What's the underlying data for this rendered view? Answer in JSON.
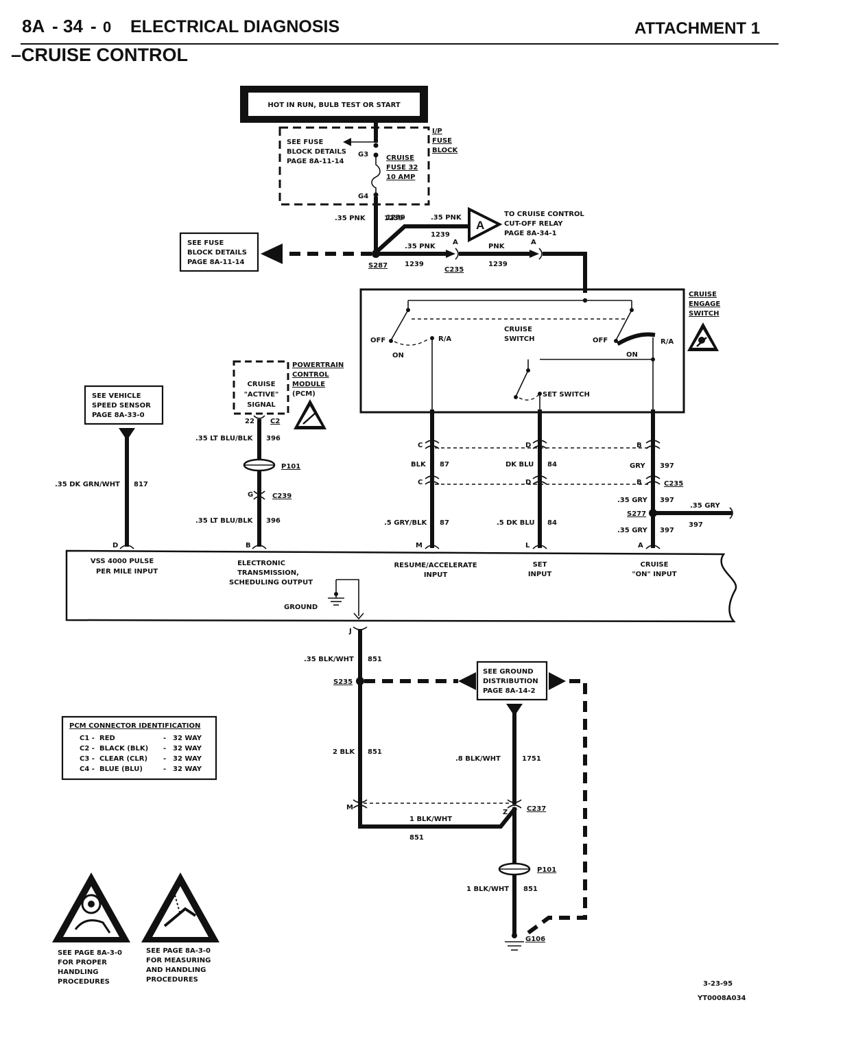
{
  "header": {
    "page_prefix": "8A",
    "page_sep1": "-",
    "page_num": "34",
    "page_sep2": "-",
    "page_sub": "0",
    "title": "ELECTRICAL DIAGNOSIS",
    "attachment": "ATTACHMENT 1",
    "subtitle": "–CRUISE CONTROL"
  },
  "power": {
    "banner": "HOT IN RUN, BULB TEST OR START",
    "fuse_ref": [
      "SEE FUSE",
      "BLOCK DETAILS",
      "PAGE 8A-11-14"
    ],
    "fuse_block_label": [
      "I/P",
      "FUSE",
      "BLOCK"
    ],
    "terminal_top": "G3",
    "terminal_bottom": "G4",
    "fuse_label": [
      "CRUISE",
      "FUSE 32",
      "10 AMP"
    ]
  },
  "feed": {
    "wire_left": ".35 PNK",
    "circuit_left": "1239",
    "wire_top": ".35 PNK",
    "circuit_top_a": "1239",
    "circuit_top_b": "1239",
    "splice": "S287",
    "wire_mid": ".35 PNK",
    "circuit_mid": "1239",
    "pin_a1": "A",
    "connector_c235": "C235",
    "wire_after": "PNK",
    "circuit_after": "1239",
    "pin_a2": "A",
    "fuse_ref_left": [
      "SEE FUSE",
      "BLOCK DETAILS",
      "PAGE 8A-11-14"
    ],
    "relay_symbol": "A",
    "relay_ref": [
      "TO CRUISE CONTROL",
      "CUT-OFF RELAY",
      "PAGE 8A-34-1"
    ]
  },
  "switch": {
    "label": [
      "CRUISE",
      "ENGAGE",
      "SWITCH"
    ],
    "off_left": "OFF",
    "on_left": "ON",
    "ra_left": "R/A",
    "center": [
      "CRUISE",
      "SWITCH"
    ],
    "off_right": "OFF",
    "on_right": "ON",
    "ra_right": "R/A",
    "set_switch": "SET SWITCH"
  },
  "pcm_signal": {
    "box": [
      "CRUISE",
      "\"ACTIVE\"",
      "SIGNAL"
    ],
    "label": [
      "POWERTRAIN",
      "CONTROL",
      "MODULE",
      "(PCM)"
    ],
    "pin": "22",
    "connector": "C2",
    "wire1": ".35 LT BLU/BLK",
    "circuit1": "396",
    "p101": "P101",
    "pin_g": "G",
    "c239": "C239",
    "wire2": ".35 LT BLU/BLK",
    "circuit2": "396",
    "pin_b": "B"
  },
  "vss": {
    "ref": [
      "SEE VEHICLE",
      "SPEED SENSOR",
      "PAGE 8A-33-0"
    ],
    "wire": ".35 DK GRN/WHT",
    "circuit": "817",
    "pin": "D"
  },
  "switch_wires": {
    "c_pin1": "C",
    "c_pin2": "C",
    "blk": "BLK",
    "c87a": "87",
    "gry_blk": ".5 GRY/BLK",
    "c87b": "87",
    "m_pin": "M",
    "d_pin1": "D",
    "d_pin2": "D",
    "dkblu": "DK BLU",
    "c84a": "84",
    "dkblu2": ".5 DK BLU",
    "c84b": "84",
    "l_pin": "L",
    "b_pin1": "B",
    "b_pin2": "B",
    "gry": "GRY",
    "c397a": "397",
    "c235": "C235",
    "gry2": ".35 GRY",
    "c397b": "397",
    "s277": "S277",
    "gry_side": ".35 GRY",
    "c397_side": "397",
    "gry3": ".35 GRY",
    "c397c": "397",
    "a_pin": "A"
  },
  "pcm_inputs": {
    "vss": [
      "VSS 4000 PULSE",
      "PER MILE INPUT"
    ],
    "ets": [
      "ELECTRONIC",
      "TRANSMISSION,",
      "SCHEDULING OUTPUT"
    ],
    "resume": [
      "RESUME/ACCELERATE",
      "INPUT"
    ],
    "set": [
      "SET",
      "INPUT"
    ],
    "on": [
      "CRUISE",
      "\"ON\" INPUT"
    ],
    "ground": "GROUND"
  },
  "ground_circuit": {
    "pin_j": "J",
    "wire1": ".35 BLK/WHT",
    "circuit1": "851",
    "s235": "S235",
    "ref": [
      "SEE GROUND",
      "DISTRIBUTION",
      "PAGE 8A-14-2"
    ],
    "wire2": "2 BLK",
    "circuit2": "851",
    "wire3": ".8 BLK/WHT",
    "circuit3": "1751",
    "pin_m": "M",
    "pin_z": "Z",
    "c237": "C237",
    "wire4": "1 BLK/WHT",
    "circuit4": "851",
    "p101": "P101",
    "wire5": "1 BLK/WHT",
    "circuit5": "851",
    "g106": "G106"
  },
  "pcm_table": {
    "title": "PCM CONNECTOR IDENTIFICATION",
    "rows": [
      {
        "id": "C1 -",
        "color": "RED",
        "dash": "-",
        "ways": "32 WAY"
      },
      {
        "id": "C2 -",
        "color": "BLACK (BLK)",
        "dash": "-",
        "ways": "32 WAY"
      },
      {
        "id": "C3 -",
        "color": "CLEAR (CLR)",
        "dash": "-",
        "ways": "32 WAY"
      },
      {
        "id": "C4 -",
        "color": "BLUE (BLU)",
        "dash": "-",
        "ways": "32 WAY"
      }
    ]
  },
  "warnings": {
    "left": [
      "SEE PAGE 8A-3-0",
      "FOR PROPER",
      "HANDLING",
      "PROCEDURES"
    ],
    "right": [
      "SEE PAGE 8A-3-0",
      "FOR MEASURING",
      "AND HANDLING",
      "PROCEDURES"
    ]
  },
  "footer": {
    "date": "3-23-95",
    "code": "YT0008A034"
  },
  "icons": [
    "esd-warning-icon",
    "airbag-warning-icon",
    "ground-symbol-icon",
    "fuse-symbol-icon"
  ]
}
